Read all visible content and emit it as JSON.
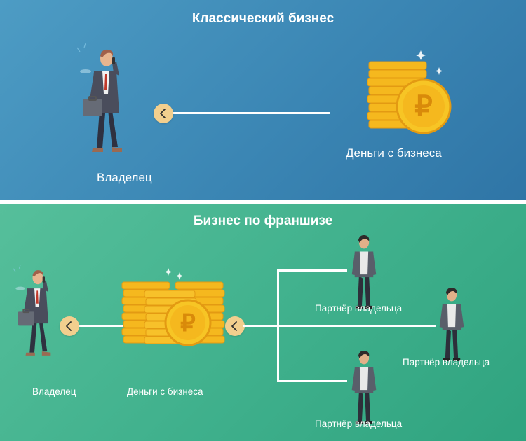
{
  "classic": {
    "title": "Классический бизнес",
    "owner_label": "Владелец",
    "money_label": "Деньги с бизнеса"
  },
  "franchise": {
    "title": "Бизнес по франшизе",
    "owner_label": "Владелец",
    "money_label": "Деньги с бизнеса",
    "partners": [
      {
        "label": "Партнёр владельца"
      },
      {
        "label": "Партнёр владельца"
      },
      {
        "label": "Партнёр владельца"
      }
    ]
  },
  "colors": {
    "top_panel": "#3b86b4",
    "bottom_panel": "#3fb08c",
    "coin_gold": "#f6b71e",
    "arrow_button": "#f2cf8e"
  },
  "icons": {
    "arrow": "chevron-left-icon",
    "currency": "ruble-icon",
    "owner": "businessman-icon",
    "partner": "man-icon"
  }
}
